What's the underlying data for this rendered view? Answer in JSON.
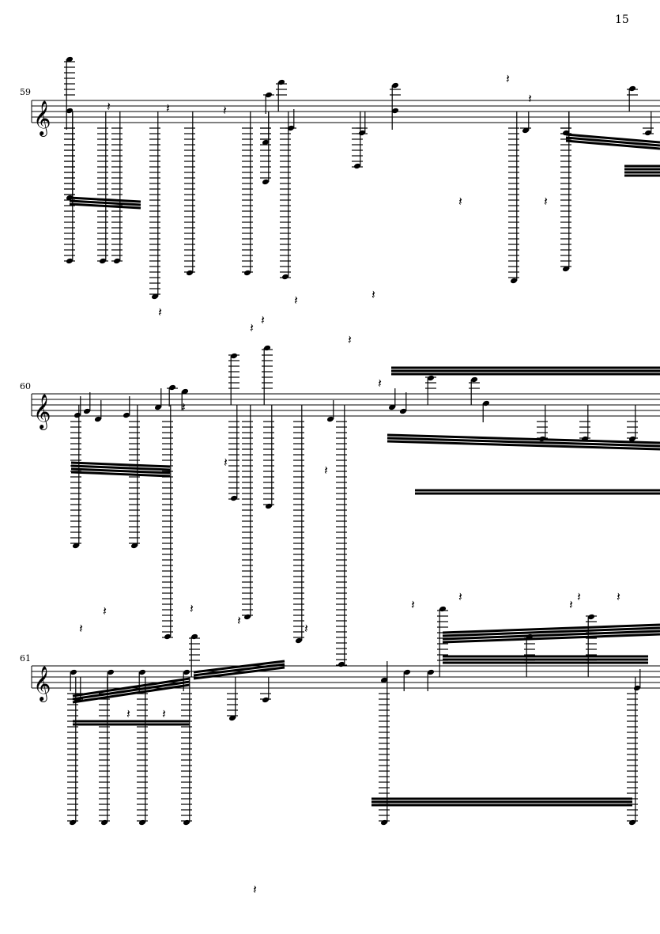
{
  "page": {
    "number": "15"
  },
  "systems": [
    {
      "measure_number": "59"
    },
    {
      "measure_number": "60"
    },
    {
      "measure_number": "61"
    }
  ],
  "clef": "treble"
}
